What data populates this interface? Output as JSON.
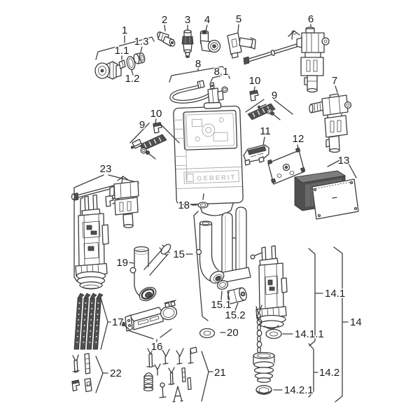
{
  "diagram": {
    "kind": "exploded-parts-diagram",
    "subject": "concealed-cistern-spare-parts",
    "brand_on_tank": "GEBERIT",
    "colors": {
      "background": "#ffffff",
      "line": "#3d3d3d",
      "dark_fill": "#4f4f4f",
      "brand_text": "#c6c6c6",
      "label_text": "#1c1c1c"
    },
    "callouts": {
      "c1": "1",
      "c1_1": "1.1",
      "c1_2": "1.2",
      "c1_3": "1.3",
      "c2": "2",
      "c3": "3",
      "c4": "4",
      "c5": "5",
      "c6": "6",
      "c7": "7",
      "c8": "8",
      "c8_1": "8.1",
      "c9_left": "9",
      "c10_left": "10",
      "c9_right": "9",
      "c10_right": "10",
      "c11": "11",
      "c12": "12",
      "c13": "13",
      "c14": "14",
      "c14_1": "14.1",
      "c14_1_1": "14.1.1",
      "c14_2": "14.2",
      "c14_2_1": "14.2.1",
      "c15": "15",
      "c15_1": "15.1",
      "c15_2": "15.2",
      "c16": "16",
      "c17": "17",
      "c18": "18",
      "c19": "19",
      "c20": "20",
      "c21": "21",
      "c22": "22",
      "c23": "23"
    }
  }
}
